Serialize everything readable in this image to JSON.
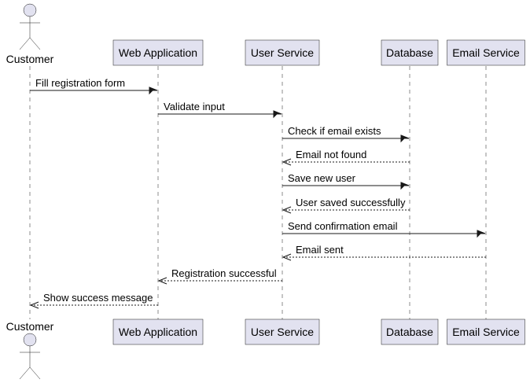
{
  "diagram": {
    "type": "sequence",
    "participants": [
      {
        "id": "customer",
        "label": "Customer",
        "kind": "actor"
      },
      {
        "id": "webapp",
        "label": "Web Application",
        "kind": "participant"
      },
      {
        "id": "userservice",
        "label": "User Service",
        "kind": "participant"
      },
      {
        "id": "database",
        "label": "Database",
        "kind": "participant"
      },
      {
        "id": "emailservice",
        "label": "Email Service",
        "kind": "participant"
      }
    ],
    "messages": [
      {
        "from": "customer",
        "to": "webapp",
        "label": "Fill registration form",
        "style": "sync"
      },
      {
        "from": "webapp",
        "to": "userservice",
        "label": "Validate input",
        "style": "sync"
      },
      {
        "from": "userservice",
        "to": "database",
        "label": "Check if email exists",
        "style": "sync"
      },
      {
        "from": "database",
        "to": "userservice",
        "label": "Email not found",
        "style": "reply"
      },
      {
        "from": "userservice",
        "to": "database",
        "label": "Save new user",
        "style": "sync"
      },
      {
        "from": "database",
        "to": "userservice",
        "label": "User saved successfully",
        "style": "reply"
      },
      {
        "from": "userservice",
        "to": "emailservice",
        "label": "Send confirmation email",
        "style": "sync"
      },
      {
        "from": "emailservice",
        "to": "userservice",
        "label": "Email sent",
        "style": "reply"
      },
      {
        "from": "userservice",
        "to": "webapp",
        "label": "Registration successful",
        "style": "reply"
      },
      {
        "from": "webapp",
        "to": "customer",
        "label": "Show success message",
        "style": "reply"
      }
    ],
    "colors": {
      "participant_fill": "#E2E2F0",
      "line": "#181818",
      "background": "#FFFFFF"
    }
  }
}
